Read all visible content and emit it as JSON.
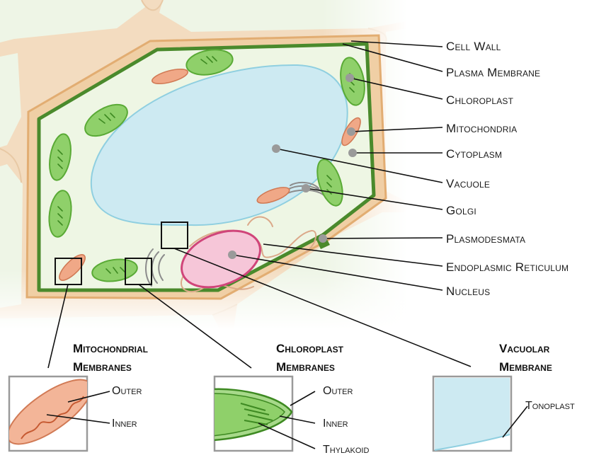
{
  "labels": {
    "cell_wall": "Cell Wall",
    "plasma_membrane": "Plasma Membrane",
    "chloroplast": "Chloroplast",
    "mitochondria": "Mitochondria",
    "cytoplasm": "Cytoplasm",
    "vacuole": "Vacuole",
    "golgi": "Golgi",
    "plasmodesmata": "Plasmodesmata",
    "endoplasmic_reticulum": "Endoplasmic Reticulum",
    "nucleus": "Nucleus"
  },
  "insets": {
    "mitochondrial": {
      "title_1": "Mitochondrial",
      "title_2": "Membranes",
      "outer": "Outer",
      "inner": "Inner"
    },
    "chloroplast": {
      "title_1": "Chloroplast",
      "title_2": "Membranes",
      "outer": "Outer",
      "inner": "Inner",
      "thylakoid": "Thylakoid"
    },
    "vacuolar": {
      "title_1": "Vacuolar",
      "title_2": "Membrane",
      "tonoplast": "Tonoplast"
    }
  },
  "colors": {
    "cell_wall": "#f3d9b8",
    "plasma_membrane": "#4a8a2c",
    "cytoplasm": "#eef6e4",
    "vacuole": "#cdeaf2",
    "chloroplast": "#8fd06a",
    "mitochondria": "#f0a887",
    "nucleus": "#f6c6d8",
    "nucleus_envelope": "#d0457a"
  }
}
